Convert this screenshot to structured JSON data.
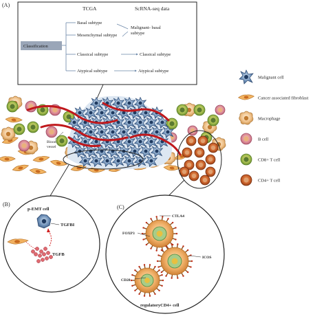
{
  "panel_a": {
    "label": "(A)",
    "header_tcga": "TCGA",
    "header_scrna": "ScRNA-seq data",
    "classification": "Classification",
    "tcga_subtypes": [
      "Basal subtype",
      "Mesenchymal subtype",
      "Classical subtype",
      "Atypical subtype"
    ],
    "scrna_malignant_line1": "Malignant- basal",
    "scrna_malignant_line2": "subtype",
    "scrna_classical": "Classical subtype",
    "scrna_atypical": "Atypical subtype"
  },
  "tissue": {
    "blood_vessel_line1": "Blood",
    "blood_vessel_line2": "vessel"
  },
  "legend": [
    {
      "name": "Malignant cell",
      "icon": "malignant-cell-icon"
    },
    {
      "name": "Cancer associated fibroblast",
      "icon": "fibroblast-icon"
    },
    {
      "name": "Macrophage",
      "icon": "macrophage-icon"
    },
    {
      "name": "B cell",
      "icon": "b-cell-icon"
    },
    {
      "name": "CD8+ T cell",
      "icon": "cd8-t-cell-icon"
    },
    {
      "name": "CD4+ T cell",
      "icon": "cd4-t-cell-icon"
    }
  ],
  "panel_b": {
    "label": "(B)",
    "title": "p-EMT cell",
    "tgfbi": "TGFBI",
    "tgfb": "TGFB"
  },
  "panel_c": {
    "label": "(C)",
    "ctla4": "CTLA4",
    "foxp3": "FOXP3",
    "icos": "ICOS",
    "cd28": "CD28",
    "caption": "regulatoryCD4+ cell"
  },
  "colors": {
    "malignant": "#5a7fa8",
    "fibroblast": "#e8a04a",
    "macrophage": "#e8b070",
    "b_cell": "#d77a8a",
    "cd8": "#8ab040",
    "cd4": "#c8602a",
    "vessel": "#c0181c",
    "class_box": "#9aa6b8"
  }
}
